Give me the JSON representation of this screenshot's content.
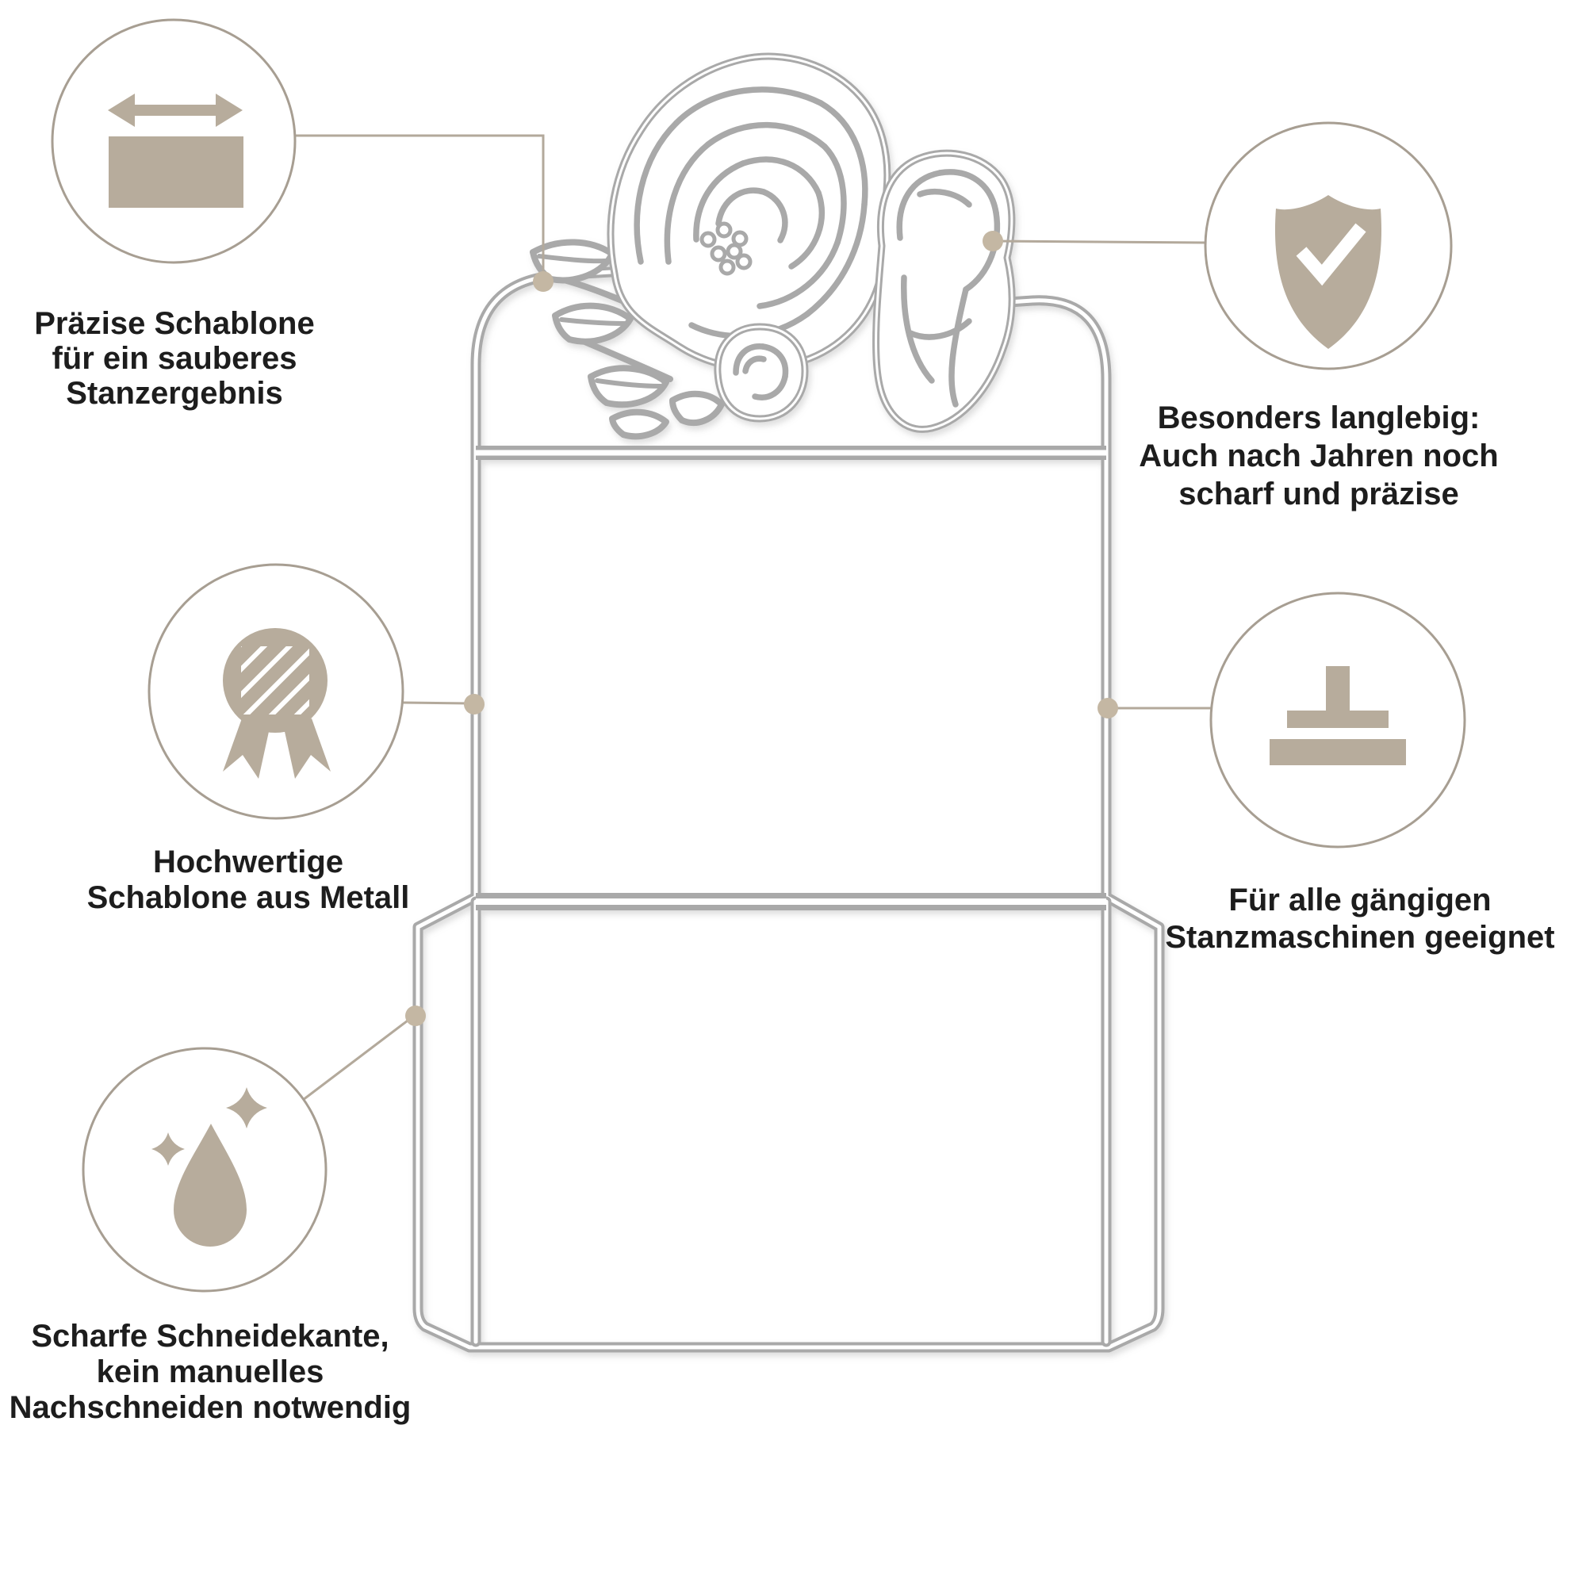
{
  "colors": {
    "accent": "#b7ac9c",
    "ring": "#a79e92",
    "connector": "#b3a99b",
    "dot": "#c4b7a3",
    "die": "#a9a9a9",
    "text": "#1d1d1d",
    "bg": "#ffffff"
  },
  "center_illustration": {
    "type": "metal-cutting-die-photo",
    "motif": "envelope template with rose cluster on top flap"
  },
  "callouts": [
    {
      "name": "precision",
      "icon": "width-arrows-icon",
      "lines": [
        "Präzise Schablone",
        "für ein sauberes",
        "Stanzergebnis"
      ]
    },
    {
      "name": "quality",
      "icon": "medal-icon",
      "lines": [
        "Hochwertige",
        "Schablone aus Metall"
      ]
    },
    {
      "name": "sharpness",
      "icon": "droplet-sparkles-icon",
      "lines": [
        "Scharfe Schneidekante,",
        "kein manuelles",
        "Nachschneiden notwendig"
      ]
    },
    {
      "name": "durability",
      "icon": "shield-check-icon",
      "lines": [
        "Besonders langlebig:",
        "Auch nach Jahren noch",
        "scharf und präzise"
      ]
    },
    {
      "name": "compatibility",
      "icon": "press-platform-icon",
      "lines": [
        "Für alle gängigen",
        "Stanzmaschinen geeignet"
      ]
    }
  ]
}
